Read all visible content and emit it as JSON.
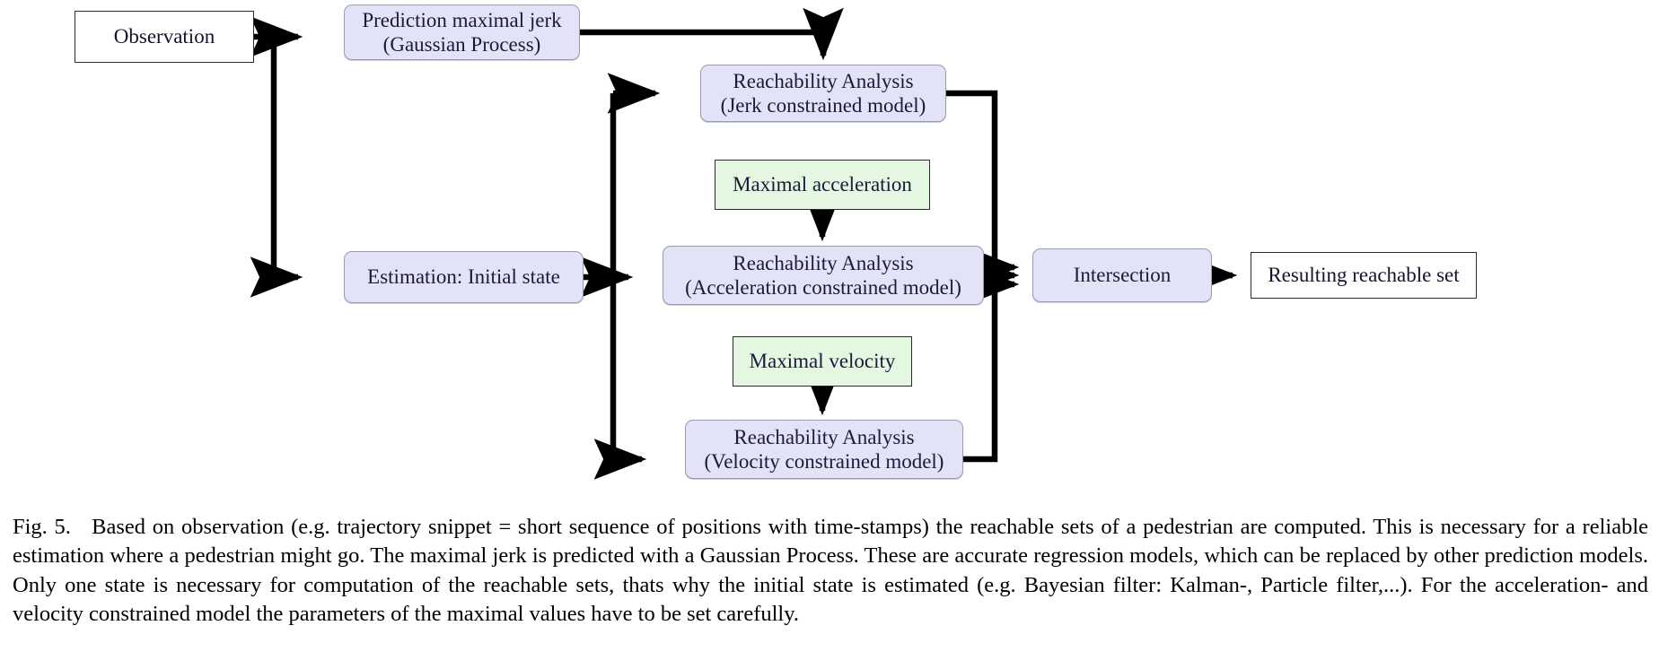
{
  "figure": {
    "nodes": [
      {
        "id": "observation",
        "label": "Observation",
        "lines": [
          "Observation"
        ],
        "style": "plain",
        "fill": "#ffffff"
      },
      {
        "id": "prediction-jerk",
        "label": "Prediction maximal jerk",
        "lines": [
          "Prediction maximal jerk",
          "(Gaussian Process)"
        ],
        "style": "lilac",
        "fill": "#e3e3f8"
      },
      {
        "id": "ra-jerk",
        "label": "Reachability Analysis (Jerk constrained model)",
        "lines": [
          "Reachability Analysis",
          "(Jerk constrained model)"
        ],
        "style": "lilac",
        "fill": "#e3e3f8"
      },
      {
        "id": "max-acceleration",
        "label": "Maximal acceleration",
        "lines": [
          "Maximal acceleration"
        ],
        "style": "green",
        "fill": "#e4f7e0"
      },
      {
        "id": "estimation",
        "label": "Estimation: Initial state",
        "lines": [
          "Estimation:  Initial state"
        ],
        "style": "lilac",
        "fill": "#e3e3f8"
      },
      {
        "id": "ra-acceleration",
        "label": "Reachability Analysis (Acceleration constrained model)",
        "lines": [
          "Reachability Analysis",
          "(Acceleration constrained model)"
        ],
        "style": "lilac",
        "fill": "#e3e3f8"
      },
      {
        "id": "max-velocity",
        "label": "Maximal velocity",
        "lines": [
          "Maximal velocity"
        ],
        "style": "green",
        "fill": "#e4f7e0"
      },
      {
        "id": "ra-velocity",
        "label": "Reachability Analysis (Velocity constrained model)",
        "lines": [
          "Reachability Analysis",
          "(Velocity constrained model)"
        ],
        "style": "lilac",
        "fill": "#e3e3f8"
      },
      {
        "id": "intersection",
        "label": "Intersection",
        "lines": [
          "Intersection"
        ],
        "style": "lilac",
        "fill": "#e3e3f8"
      },
      {
        "id": "resulting-set",
        "label": "Resulting reachable set",
        "lines": [
          "Resulting reachable set"
        ],
        "style": "plain",
        "fill": "#ffffff"
      }
    ],
    "edges": [
      {
        "from": "observation",
        "to": "prediction-jerk"
      },
      {
        "from": "observation",
        "to": "estimation"
      },
      {
        "from": "prediction-jerk",
        "to": "ra-jerk"
      },
      {
        "from": "estimation",
        "to": "ra-jerk"
      },
      {
        "from": "estimation",
        "to": "ra-acceleration"
      },
      {
        "from": "estimation",
        "to": "ra-velocity"
      },
      {
        "from": "max-acceleration",
        "to": "ra-acceleration"
      },
      {
        "from": "max-velocity",
        "to": "ra-velocity"
      },
      {
        "from": "ra-jerk",
        "to": "intersection"
      },
      {
        "from": "ra-acceleration",
        "to": "intersection"
      },
      {
        "from": "ra-velocity",
        "to": "intersection"
      },
      {
        "from": "intersection",
        "to": "resulting-set"
      }
    ],
    "edge_color": "#000000"
  },
  "caption": {
    "figure_label": "Fig. 5.",
    "text": "Based on observation (e.g. trajectory snippet = short sequence of positions with time-stamps) the reachable sets of a pedestrian are computed. This is necessary for a reliable estimation where a pedestrian might go. The maximal jerk is predicted with a Gaussian Process. These are accurate regression models, which can be replaced by other prediction models. Only one state is necessary for computation of the reachable sets, thats why the initial state is estimated (e.g. Bayesian filter: Kalman-, Particle filter,...). For the acceleration- and velocity constrained model the parameters of the maximal values have to be set carefully."
  }
}
